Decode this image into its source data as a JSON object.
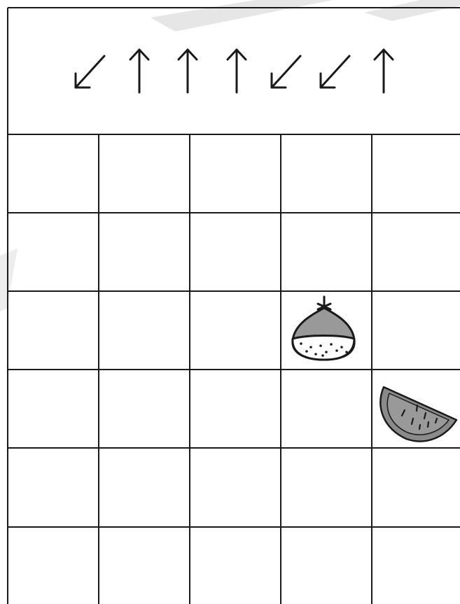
{
  "puzzle": {
    "arrow_sequence": [
      "down-left",
      "up",
      "up",
      "up",
      "down-left",
      "down-left",
      "up"
    ],
    "grid": {
      "visible_columns": 5,
      "visible_rows": 6
    },
    "items": [
      {
        "name": "fig",
        "icon": "fig-icon",
        "row": 3,
        "col": 4
      },
      {
        "name": "watermelon",
        "icon": "watermelon-slice-icon",
        "row": 4,
        "col": 5
      }
    ],
    "colors": {
      "line": "#1a1a1a",
      "fruit_gray": "#999999",
      "watermelon_rind": "#8a8a8a",
      "background": "#ffffff",
      "watermark": "#e3e3e3"
    }
  }
}
